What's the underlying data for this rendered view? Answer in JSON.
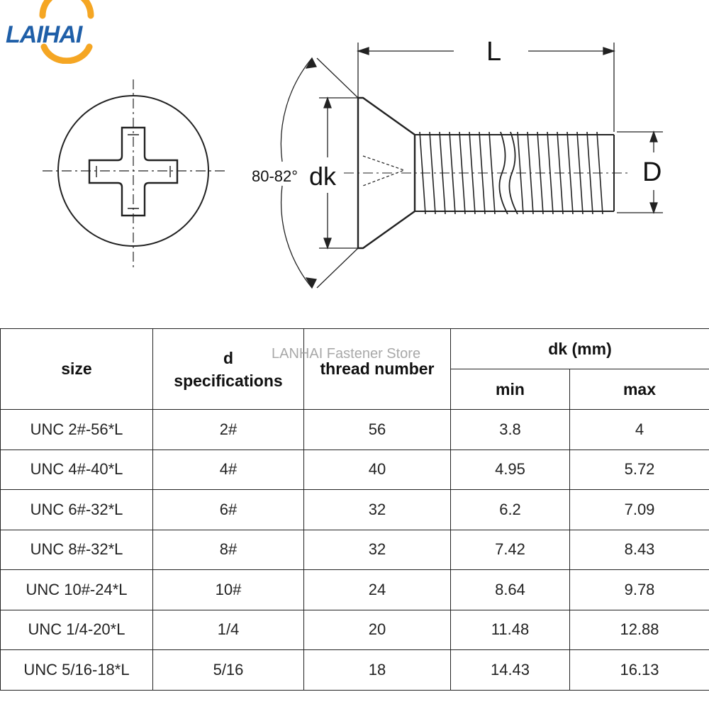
{
  "logo": {
    "text": "LAIHAI"
  },
  "watermark": "LANHAI Fastener Store",
  "drawing": {
    "label_L": "L",
    "label_D": "D",
    "label_dk": "dk",
    "label_angle": "80-82°"
  },
  "table": {
    "headers": {
      "size": "size",
      "d_line1": "d",
      "d_line2": "specifications",
      "thread": "thread number",
      "dk": "dk (mm)",
      "min": "min",
      "max": "max"
    },
    "rows": [
      {
        "size": "UNC 2#-56*L",
        "d": "2#",
        "thread": "56",
        "min": "3.8",
        "max": "4"
      },
      {
        "size": "UNC 4#-40*L",
        "d": "4#",
        "thread": "40",
        "min": "4.95",
        "max": "5.72"
      },
      {
        "size": "UNC 6#-32*L",
        "d": "6#",
        "thread": "32",
        "min": "6.2",
        "max": "7.09"
      },
      {
        "size": "UNC 8#-32*L",
        "d": "8#",
        "thread": "32",
        "min": "7.42",
        "max": "8.43"
      },
      {
        "size": "UNC 10#-24*L",
        "d": "10#",
        "thread": "24",
        "min": "8.64",
        "max": "9.78"
      },
      {
        "size": "UNC 1/4-20*L",
        "d": "1/4",
        "thread": "20",
        "min": "11.48",
        "max": "12.88"
      },
      {
        "size": "UNC 5/16-18*L",
        "d": "5/16",
        "thread": "18",
        "min": "14.43",
        "max": "16.13"
      }
    ]
  },
  "colors": {
    "logo_blue": "#1f5fa8",
    "logo_orange": "#f5a623",
    "line": "#222222"
  }
}
